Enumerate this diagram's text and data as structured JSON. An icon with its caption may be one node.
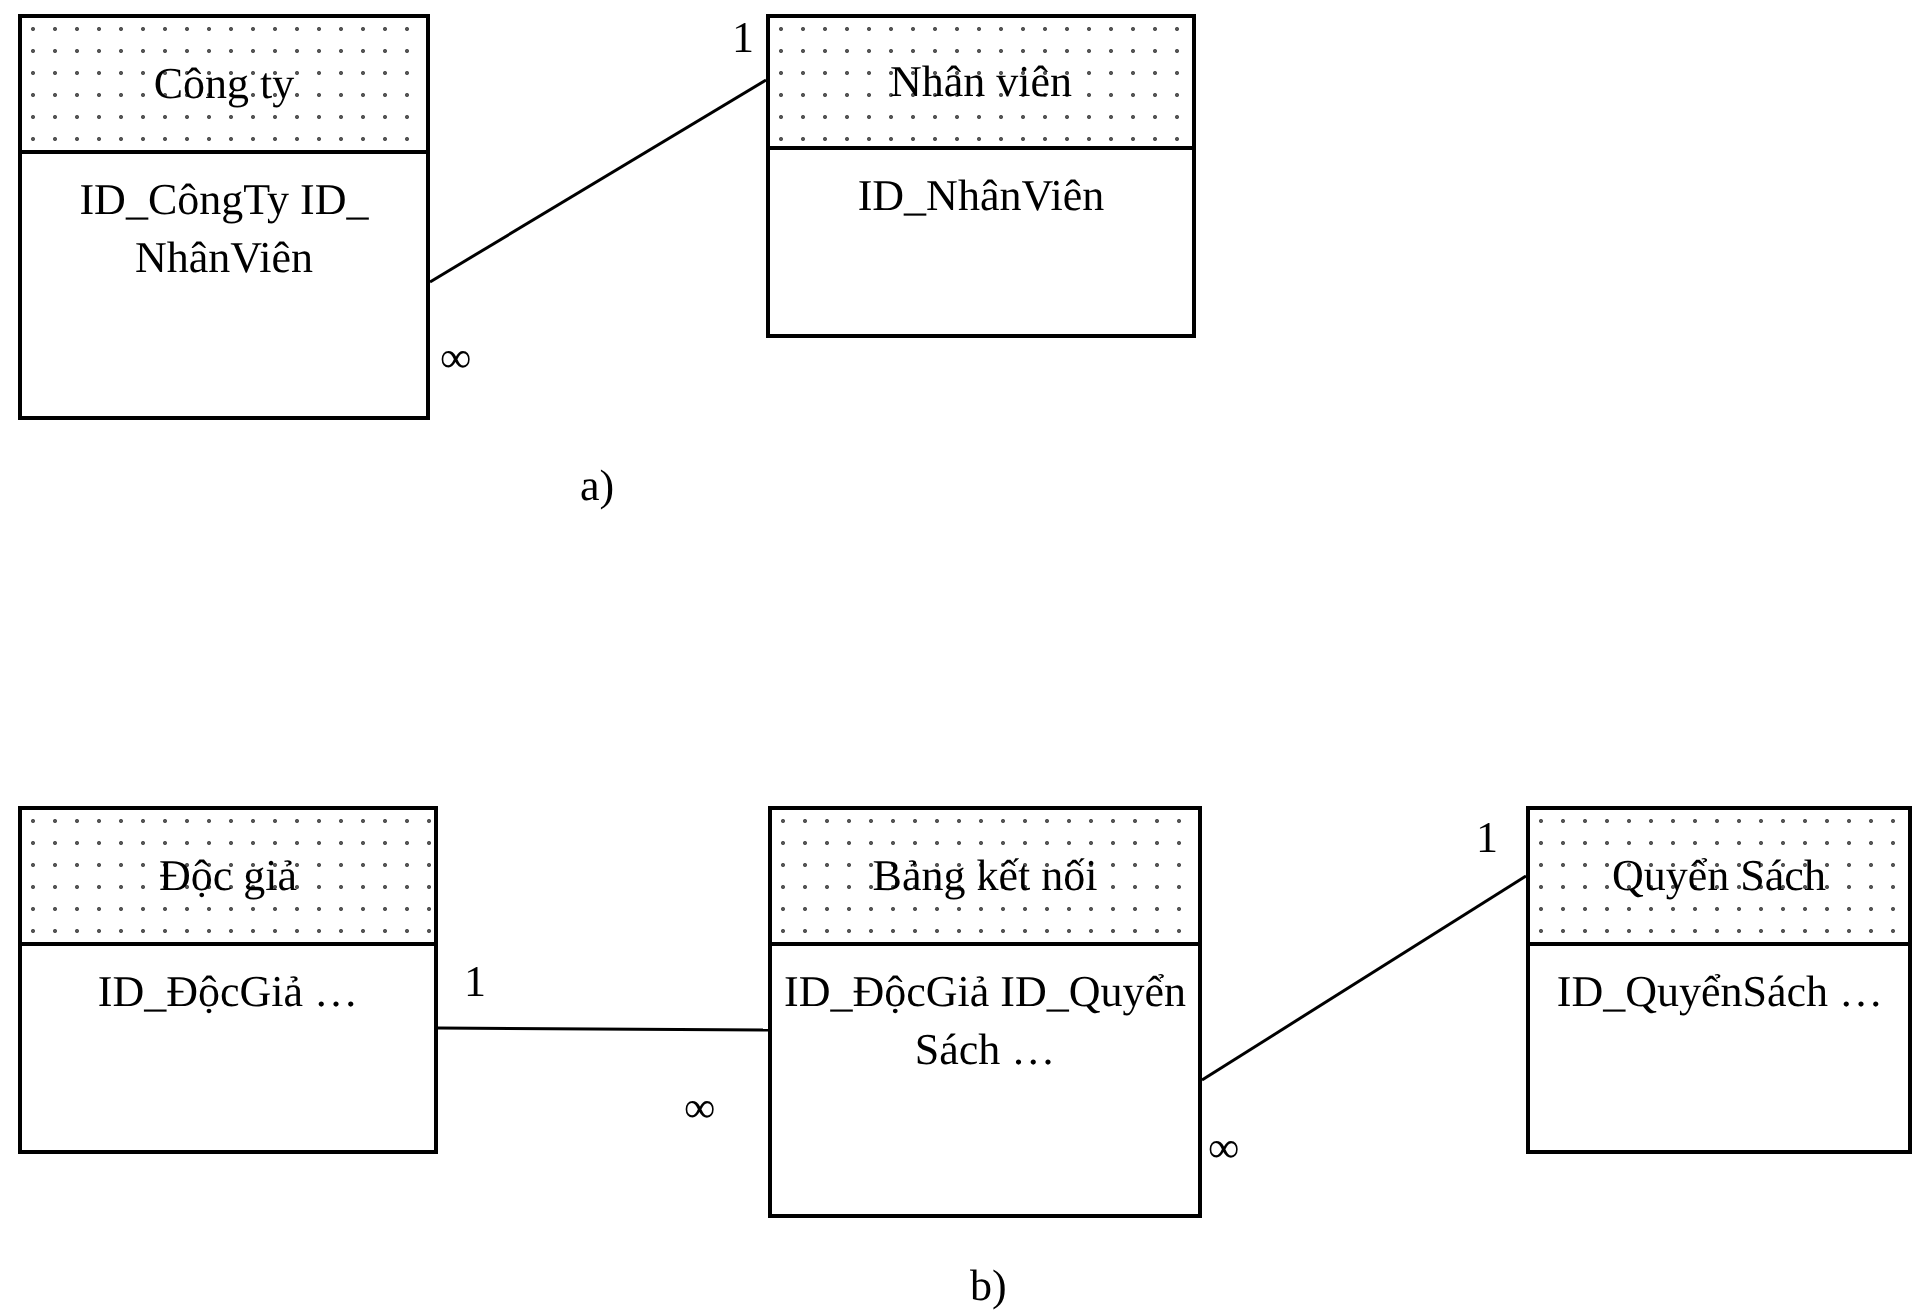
{
  "diagram": {
    "nodes": [
      {
        "text": [
          "Công ty",
          "ID_CôngTy ID_NhânViên"
        ]
      },
      {
        "text": [
          "Nhân viên",
          "ID_NhânViên"
        ]
      },
      {
        "text": [
          "Độc giả",
          "ID_ĐộcGiả …"
        ]
      },
      {
        "text": [
          "Bảng kết nối",
          "ID_ĐộcGiả ID_QuyểnSách …"
        ]
      },
      {
        "text": [
          "Quyển Sách",
          "ID_QuyểnSách …"
        ]
      }
    ],
    "edges": [
      {
        "from": 0,
        "to": 1,
        "arrow": "none"
      },
      {
        "from": 2,
        "to": 3,
        "arrow": "none"
      },
      {
        "from": 3,
        "to": 4,
        "arrow": "none"
      }
    ],
    "labels": [
      "1",
      "∞",
      "a)",
      "1",
      "∞",
      "1",
      "∞",
      "b)"
    ]
  }
}
